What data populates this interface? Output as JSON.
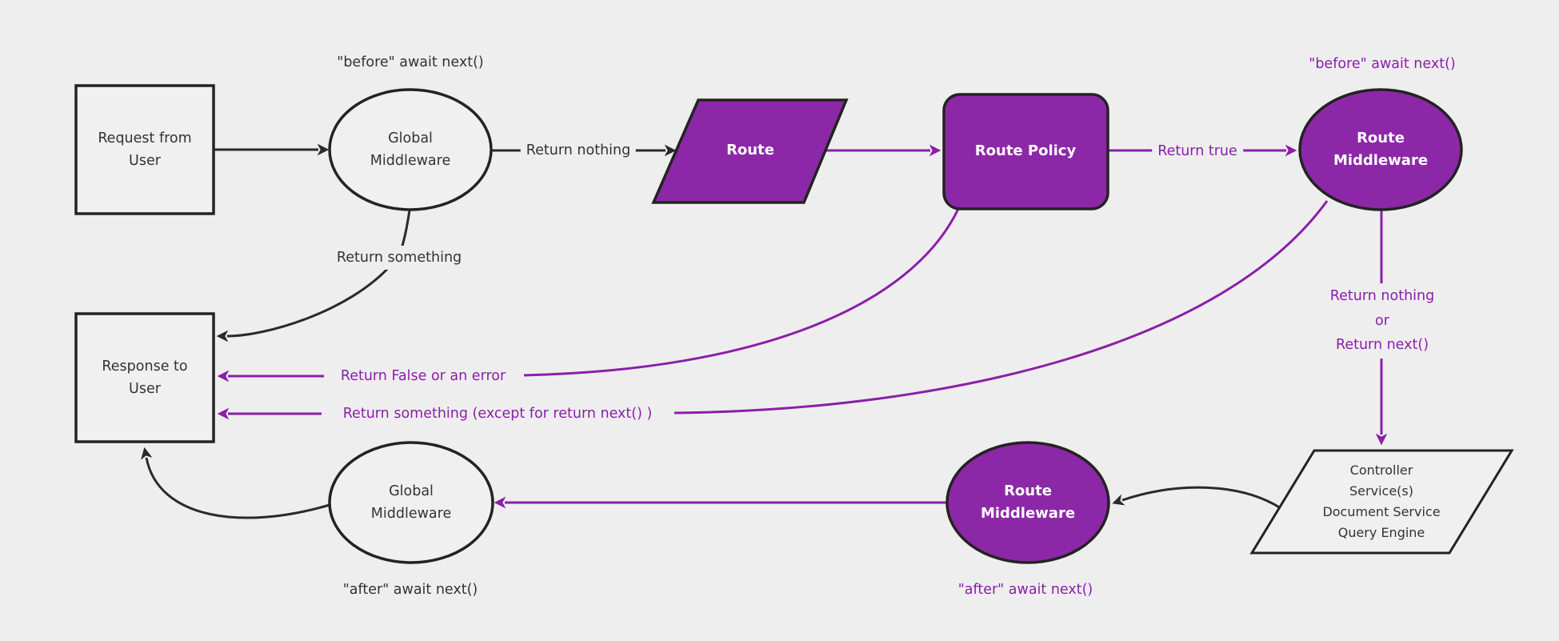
{
  "canvas": {
    "background": "#efeeef"
  },
  "colors": {
    "purple_fill": "#8c28a7",
    "purple_line": "#8a1fa8",
    "black_line": "#2a2a2a",
    "black_text": "#333333",
    "white_text": "#ffffff"
  },
  "nodes": {
    "request": {
      "label": "Request from\nUser"
    },
    "global_middleware_top": {
      "label": "Global\nMiddleware"
    },
    "route": {
      "label": "Route"
    },
    "route_policy": {
      "label": "Route Policy"
    },
    "route_middleware_top": {
      "label": "Route\nMiddleware"
    },
    "controller": {
      "label": "Controller\nService(s)\nDocument Service\nQuery Engine"
    },
    "route_middleware_bottom": {
      "label": "Route\nMiddleware"
    },
    "global_middleware_bottom": {
      "label": "Global\nMiddleware"
    },
    "response": {
      "label": "Response to\nUser"
    }
  },
  "labels": {
    "before_top": "\"before\" await next()",
    "before_right": "\"before\" await next()",
    "return_nothing": "Return nothing",
    "return_true": "Return true",
    "return_something": "Return something",
    "return_nothing_or_next": "Return nothing\nor\nReturn next()",
    "return_false_or_error": "Return False or an error",
    "return_something_except": "Return something (except for return next() )",
    "after_left": "\"after\" await next()",
    "after_mid": "\"after\" await next()"
  }
}
